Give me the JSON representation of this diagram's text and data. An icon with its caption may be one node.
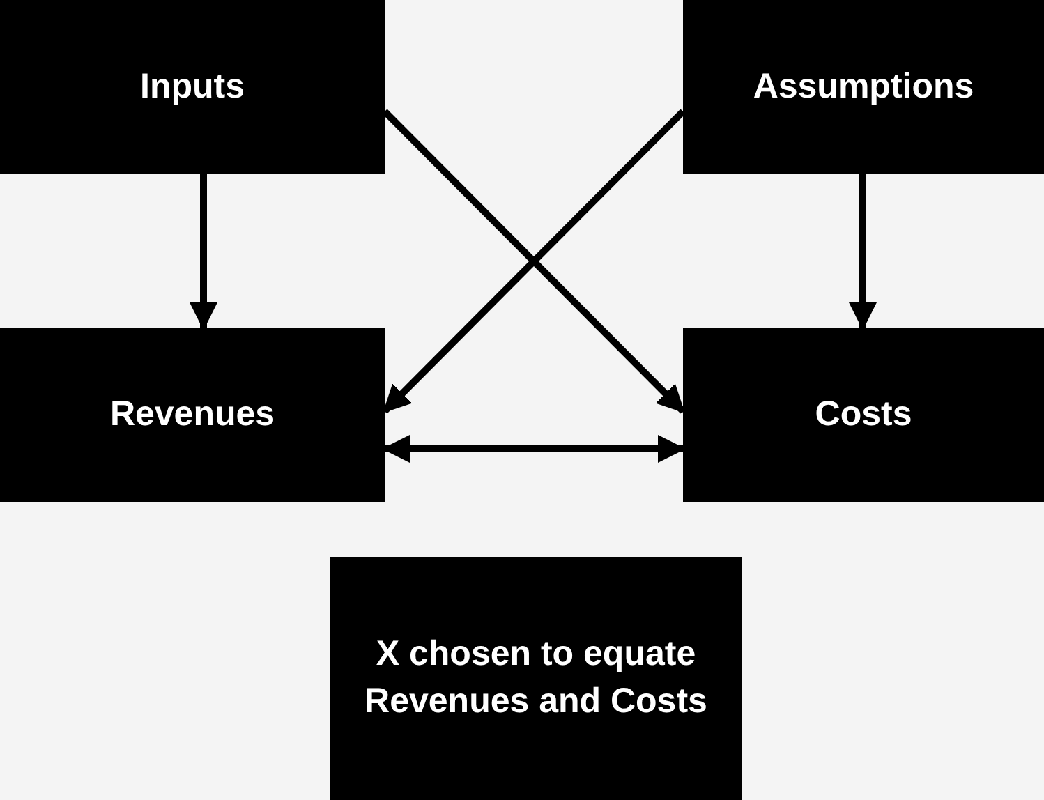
{
  "diagram": {
    "nodes": [
      {
        "text": [
          "Inputs"
        ]
      },
      {
        "text": [
          "Assumptions"
        ]
      },
      {
        "text": [
          "Revenues"
        ]
      },
      {
        "text": [
          "Costs"
        ]
      },
      {
        "text": [
          "X chosen to equate Revenues and Costs"
        ]
      }
    ],
    "edges": [
      {
        "from": 0,
        "to": 2,
        "arrow": "to"
      },
      {
        "from": 0,
        "to": 3,
        "arrow": "to"
      },
      {
        "from": 1,
        "to": 2,
        "arrow": "to"
      },
      {
        "from": 1,
        "to": 3,
        "arrow": "to"
      },
      {
        "from": 2,
        "to": 3,
        "arrow": "both"
      }
    ]
  }
}
